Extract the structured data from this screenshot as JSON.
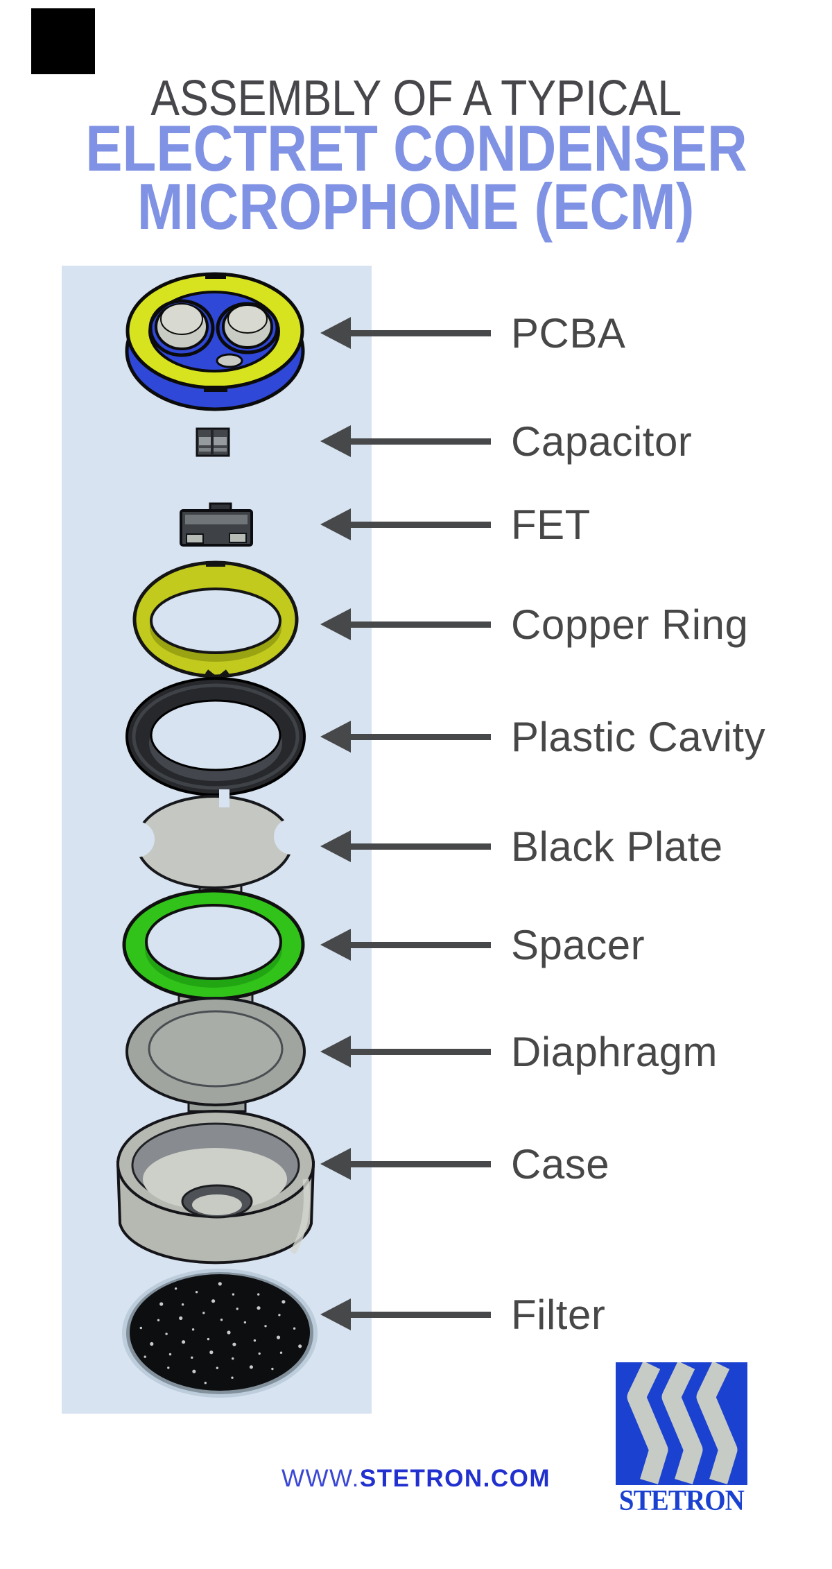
{
  "title": {
    "line1": "ASSEMBLY OF A TYPICAL",
    "line2": "ELECTRET CONDENSER",
    "line3": "MICROPHONE (ECM)"
  },
  "parts": [
    {
      "label": "PCBA"
    },
    {
      "label": "Capacitor"
    },
    {
      "label": "FET"
    },
    {
      "label": "Copper Ring"
    },
    {
      "label": "Plastic Cavity"
    },
    {
      "label": "Black Plate"
    },
    {
      "label": "Spacer"
    },
    {
      "label": "Diaphragm"
    },
    {
      "label": "Case"
    },
    {
      "label": "Filter"
    }
  ],
  "footer": {
    "url_prefix": "WWW.",
    "url_domain": "STETRON.COM",
    "logo_wordmark": "STETRON"
  },
  "colors": {
    "title_primary": "#47474b",
    "title_accent": "#8092e4",
    "label_text": "#474747",
    "arrow": "#474849",
    "band_bg": "#d7e3f0",
    "url_blue": "#2130cf",
    "url_blue_light": "#3a47d4",
    "logo_blue": "#1b41d0",
    "logo_gray": "#c7cbc5",
    "pcba_blue": "#2f48d8",
    "pcba_yellow": "#d8e31f",
    "copper_yellow": "#c2ca1e",
    "spacer_green": "#32c31a",
    "plate_gray": "#c5c8c2",
    "case_gray": "#b5b9b2",
    "filter_black": "#0d0e10"
  }
}
